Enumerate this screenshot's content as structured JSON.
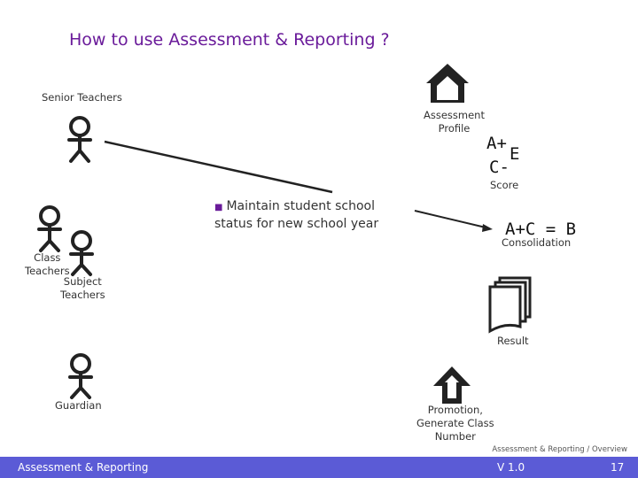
{
  "title": "How to use Assessment & Reporting ?",
  "actors": {
    "senior_teachers": "Senior Teachers",
    "class_teachers": "Class\nTeachers",
    "subject_teachers": "Subject\nTeachers",
    "guardian": "Guardian"
  },
  "assessment_profile": "Assessment\nProfile",
  "score": {
    "grade_a": "A+",
    "grade_e": "E",
    "grade_c": "C-",
    "label": "Score"
  },
  "bullet": "Maintain student school status for new school year",
  "consolidation": {
    "formula": "A+C = B",
    "label": "Consolidation"
  },
  "result": "Result",
  "promotion": "Promotion,\nGenerate Class\nNumber",
  "footer": {
    "note": "Assessment & Reporting / Overview",
    "left": "Assessment & Reporting",
    "version": "V 1.0",
    "page": "17"
  },
  "colors": {
    "title": "#6a1b9a",
    "footer_bar": "#5b5bd6"
  }
}
